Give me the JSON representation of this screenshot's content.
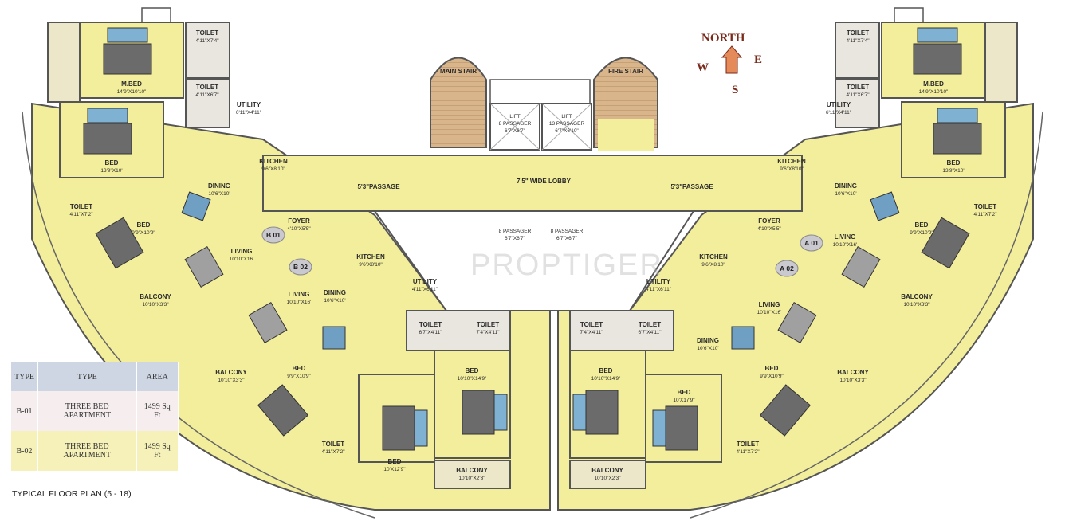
{
  "plan": {
    "caption": "TYPICAL FLOOR PLAN (5 - 18)",
    "watermark": "PROPTIGER",
    "compass": {
      "north": "NORTH",
      "west": "W",
      "east": "E",
      "south": "S"
    },
    "core": {
      "main_stair": "MAIN STAIR",
      "fire_stair": "FIRE STAIR",
      "lift1": {
        "name": "LIFT",
        "cap": "8 PASSAGER",
        "dim": "6'7\"X6'7\""
      },
      "lift2": {
        "name": "LIFT",
        "cap": "13 PASSAGER",
        "dim": "6'7\"X6'10\""
      },
      "lift3": {
        "cap": "8 PASSAGER",
        "dim": "6'7\"X6'7\""
      },
      "lift4": {
        "cap": "8 PASSAGER",
        "dim": "6'7\"X6'7\""
      },
      "lobby": "7'5\" WIDE LOBBY",
      "passage_left": "5'3\"PASSAGE",
      "passage_right": "5'3\"PASSAGE"
    },
    "units": {
      "b01": "B 01",
      "b02": "B 02",
      "a01": "A 01",
      "a02": "A 02"
    },
    "rooms": {
      "mbed": "M.BED",
      "mbed_dim": "14'9\"X10'10\"",
      "bed": "BED",
      "bed_13": "13'9\"X10'",
      "bed_9": "9'9\"X10'9\"",
      "bed_10_14": "10'10\"X14'9\"",
      "bed_10_12": "10'X12'9\"",
      "bed_10_17": "10'X17'9\"",
      "toilet": "TOILET",
      "toilet_4_7": "4'11\"X7'4\"",
      "toilet_4_6": "4'11\"X6'7\"",
      "toilet_4_72": "4'11\"X7'2\"",
      "toilet_7_4": "7'4\"X4'11\"",
      "toilet_6_4": "6'7\"X4'11\"",
      "utility": "UTILITY",
      "utility_6": "6'11\"X4'11\"",
      "utility_4": "4'11\"X6'11\"",
      "kitchen": "KITCHEN",
      "kitchen_dim": "9'6\"X8'10\"",
      "dining": "DINING",
      "dining_dim": "10'6\"X10'",
      "living": "LIVING",
      "living_dim": "10'10\"X16'",
      "foyer": "FOYER",
      "foyer_dim": "4'10\"X5'5\"",
      "balcony": "BALCONY",
      "balcony_10_3": "10'10\"X3'3\"",
      "balcony_10_2": "10'10\"X2'3\"",
      "balcony_10_5": "10'10\"X3'3\""
    }
  },
  "table": {
    "headers": [
      "TYPE",
      "TYPE",
      "AREA"
    ],
    "rows": [
      {
        "code": "B-01",
        "type": "THREE BED APARTMENT",
        "area": "1499 Sq Ft"
      },
      {
        "code": "B-02",
        "type": "THREE BED APARTMENT",
        "area": "1499 Sq Ft"
      }
    ]
  }
}
